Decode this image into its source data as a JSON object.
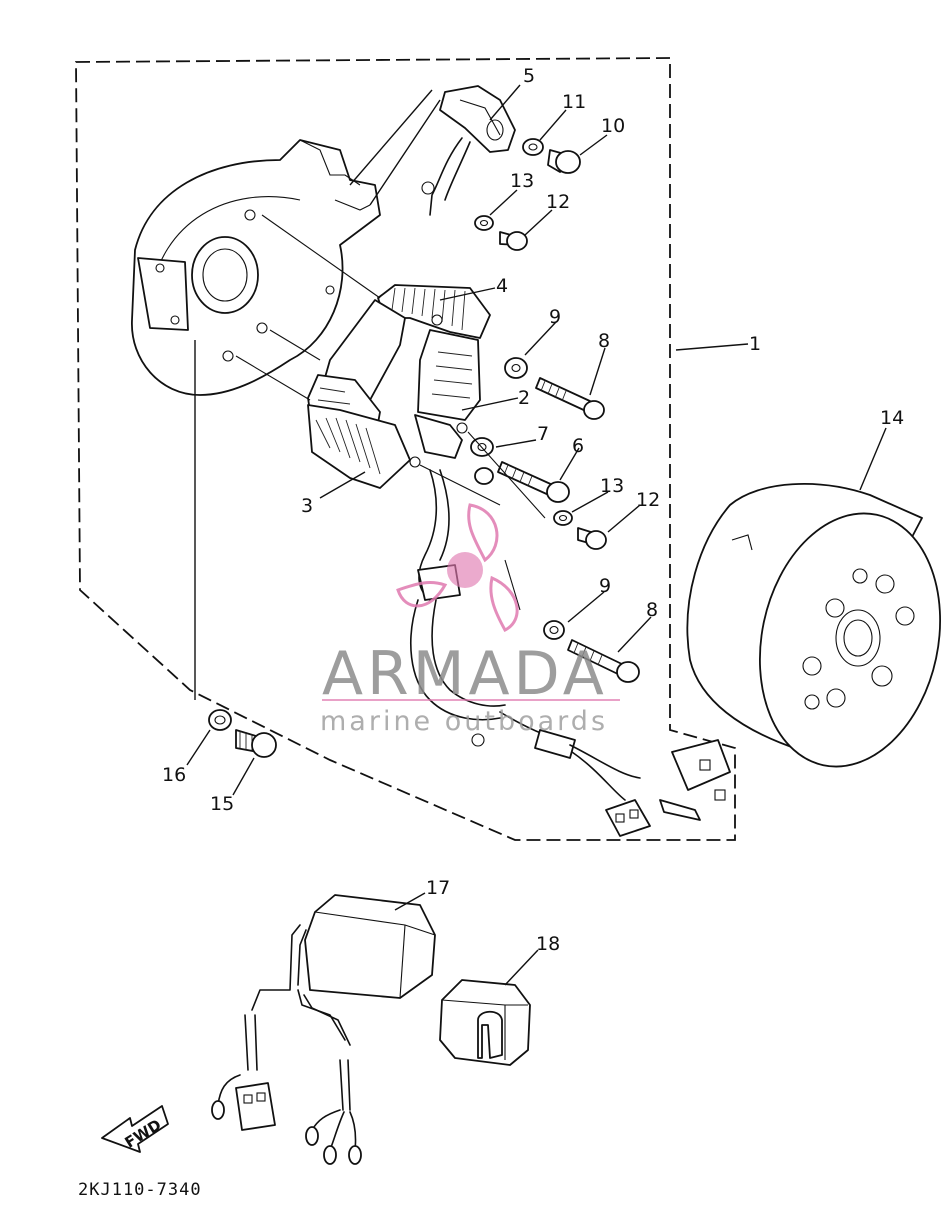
{
  "callouts": {
    "c1": "1",
    "c2": "2",
    "c3": "3",
    "c4": "4",
    "c5": "5",
    "c6": "6",
    "c7": "7",
    "c8a": "8",
    "c8b": "8",
    "c9a": "9",
    "c9b": "9",
    "c10": "10",
    "c11": "11",
    "c12a": "12",
    "c12b": "12",
    "c13a": "13",
    "c13b": "13",
    "c14": "14",
    "c15": "15",
    "c16": "16",
    "c17": "17",
    "c18": "18"
  },
  "part_number": "2KJ110-7340",
  "fwd_label": "FWD",
  "watermark": {
    "brand": "ARMADA",
    "tagline": "marine outboards",
    "color_pink": "#e07ab0",
    "color_gray": "#8c8c8c"
  }
}
